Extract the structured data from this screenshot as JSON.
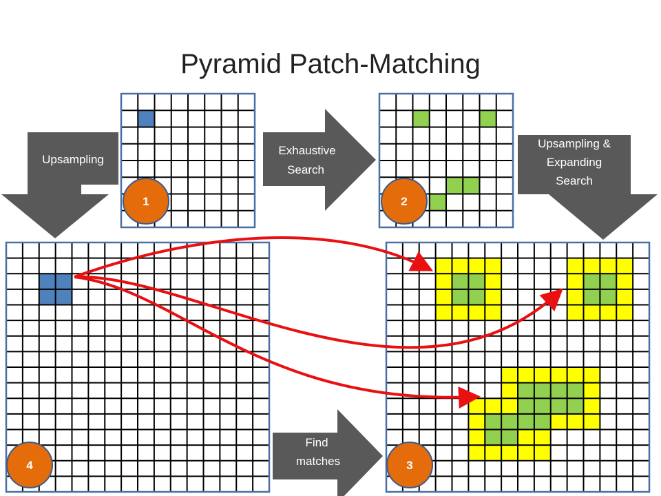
{
  "slide": {
    "title": "Pyramid Patch-Matching"
  },
  "colors": {
    "grid_line": "#000000",
    "grid_border": "#4a6fa5",
    "query_patch": "#4f81bd",
    "match_core": "#92d050",
    "match_halo": "#ffff00",
    "arrow": "#595959",
    "badge": "#e46c0a",
    "badge_border": "#3a5a8c",
    "link_arrow": "#e81010"
  },
  "arrows": {
    "upsampling": "Upsampling",
    "exhaustive_line1": "Exhaustive",
    "exhaustive_line2": "Search",
    "upexp_line1": "Upsampling &",
    "upexp_line2": "Expanding",
    "upexp_line3": "Search",
    "find_line1": "Find",
    "find_line2": "matches"
  },
  "badges": {
    "b1": "1",
    "b2": "2",
    "b3": "3",
    "b4": "4"
  },
  "grids": {
    "g1": {
      "rows": 8,
      "cols": 8,
      "cells": [
        {
          "r": 1,
          "c": 1,
          "t": "q"
        }
      ]
    },
    "g2": {
      "rows": 8,
      "cols": 8,
      "cells": [
        {
          "r": 1,
          "c": 2,
          "t": "m"
        },
        {
          "r": 1,
          "c": 6,
          "t": "m"
        },
        {
          "r": 5,
          "c": 4,
          "t": "m"
        },
        {
          "r": 5,
          "c": 5,
          "t": "m"
        },
        {
          "r": 6,
          "c": 3,
          "t": "m"
        }
      ]
    },
    "g3": {
      "rows": 16,
      "cols": 16,
      "cells": [
        {
          "r": 1,
          "c": 3,
          "t": "h"
        },
        {
          "r": 1,
          "c": 4,
          "t": "h"
        },
        {
          "r": 1,
          "c": 5,
          "t": "h"
        },
        {
          "r": 1,
          "c": 6,
          "t": "h"
        },
        {
          "r": 2,
          "c": 3,
          "t": "h"
        },
        {
          "r": 2,
          "c": 4,
          "t": "m"
        },
        {
          "r": 2,
          "c": 5,
          "t": "m"
        },
        {
          "r": 2,
          "c": 6,
          "t": "h"
        },
        {
          "r": 3,
          "c": 3,
          "t": "h"
        },
        {
          "r": 3,
          "c": 4,
          "t": "m"
        },
        {
          "r": 3,
          "c": 5,
          "t": "m"
        },
        {
          "r": 3,
          "c": 6,
          "t": "h"
        },
        {
          "r": 4,
          "c": 3,
          "t": "h"
        },
        {
          "r": 4,
          "c": 4,
          "t": "h"
        },
        {
          "r": 4,
          "c": 5,
          "t": "h"
        },
        {
          "r": 4,
          "c": 6,
          "t": "h"
        },
        {
          "r": 1,
          "c": 11,
          "t": "h"
        },
        {
          "r": 1,
          "c": 12,
          "t": "h"
        },
        {
          "r": 1,
          "c": 13,
          "t": "h"
        },
        {
          "r": 1,
          "c": 14,
          "t": "h"
        },
        {
          "r": 2,
          "c": 11,
          "t": "h"
        },
        {
          "r": 2,
          "c": 12,
          "t": "m"
        },
        {
          "r": 2,
          "c": 13,
          "t": "m"
        },
        {
          "r": 2,
          "c": 14,
          "t": "h"
        },
        {
          "r": 3,
          "c": 11,
          "t": "h"
        },
        {
          "r": 3,
          "c": 12,
          "t": "m"
        },
        {
          "r": 3,
          "c": 13,
          "t": "m"
        },
        {
          "r": 3,
          "c": 14,
          "t": "h"
        },
        {
          "r": 4,
          "c": 11,
          "t": "h"
        },
        {
          "r": 4,
          "c": 12,
          "t": "h"
        },
        {
          "r": 4,
          "c": 13,
          "t": "h"
        },
        {
          "r": 4,
          "c": 14,
          "t": "h"
        },
        {
          "r": 8,
          "c": 7,
          "t": "h"
        },
        {
          "r": 8,
          "c": 8,
          "t": "h"
        },
        {
          "r": 8,
          "c": 9,
          "t": "h"
        },
        {
          "r": 8,
          "c": 10,
          "t": "h"
        },
        {
          "r": 8,
          "c": 11,
          "t": "h"
        },
        {
          "r": 8,
          "c": 12,
          "t": "h"
        },
        {
          "r": 9,
          "c": 7,
          "t": "h"
        },
        {
          "r": 9,
          "c": 8,
          "t": "m"
        },
        {
          "r": 9,
          "c": 9,
          "t": "m"
        },
        {
          "r": 9,
          "c": 10,
          "t": "m"
        },
        {
          "r": 9,
          "c": 11,
          "t": "m"
        },
        {
          "r": 9,
          "c": 12,
          "t": "h"
        },
        {
          "r": 10,
          "c": 5,
          "t": "h"
        },
        {
          "r": 10,
          "c": 6,
          "t": "h"
        },
        {
          "r": 10,
          "c": 7,
          "t": "h"
        },
        {
          "r": 10,
          "c": 8,
          "t": "m"
        },
        {
          "r": 10,
          "c": 9,
          "t": "m"
        },
        {
          "r": 10,
          "c": 10,
          "t": "m"
        },
        {
          "r": 10,
          "c": 11,
          "t": "m"
        },
        {
          "r": 10,
          "c": 12,
          "t": "h"
        },
        {
          "r": 11,
          "c": 5,
          "t": "h"
        },
        {
          "r": 11,
          "c": 6,
          "t": "m"
        },
        {
          "r": 11,
          "c": 7,
          "t": "m"
        },
        {
          "r": 11,
          "c": 8,
          "t": "m"
        },
        {
          "r": 11,
          "c": 9,
          "t": "m"
        },
        {
          "r": 11,
          "c": 10,
          "t": "h"
        },
        {
          "r": 11,
          "c": 11,
          "t": "h"
        },
        {
          "r": 11,
          "c": 12,
          "t": "h"
        },
        {
          "r": 12,
          "c": 5,
          "t": "h"
        },
        {
          "r": 12,
          "c": 6,
          "t": "m"
        },
        {
          "r": 12,
          "c": 7,
          "t": "m"
        },
        {
          "r": 12,
          "c": 8,
          "t": "h"
        },
        {
          "r": 12,
          "c": 9,
          "t": "h"
        },
        {
          "r": 13,
          "c": 5,
          "t": "h"
        },
        {
          "r": 13,
          "c": 6,
          "t": "h"
        },
        {
          "r": 13,
          "c": 7,
          "t": "h"
        },
        {
          "r": 13,
          "c": 8,
          "t": "h"
        },
        {
          "r": 13,
          "c": 9,
          "t": "h"
        }
      ]
    },
    "g4": {
      "rows": 16,
      "cols": 16,
      "cells": [
        {
          "r": 2,
          "c": 2,
          "t": "q"
        },
        {
          "r": 2,
          "c": 3,
          "t": "q"
        },
        {
          "r": 3,
          "c": 2,
          "t": "q"
        },
        {
          "r": 3,
          "c": 3,
          "t": "q"
        }
      ]
    }
  }
}
